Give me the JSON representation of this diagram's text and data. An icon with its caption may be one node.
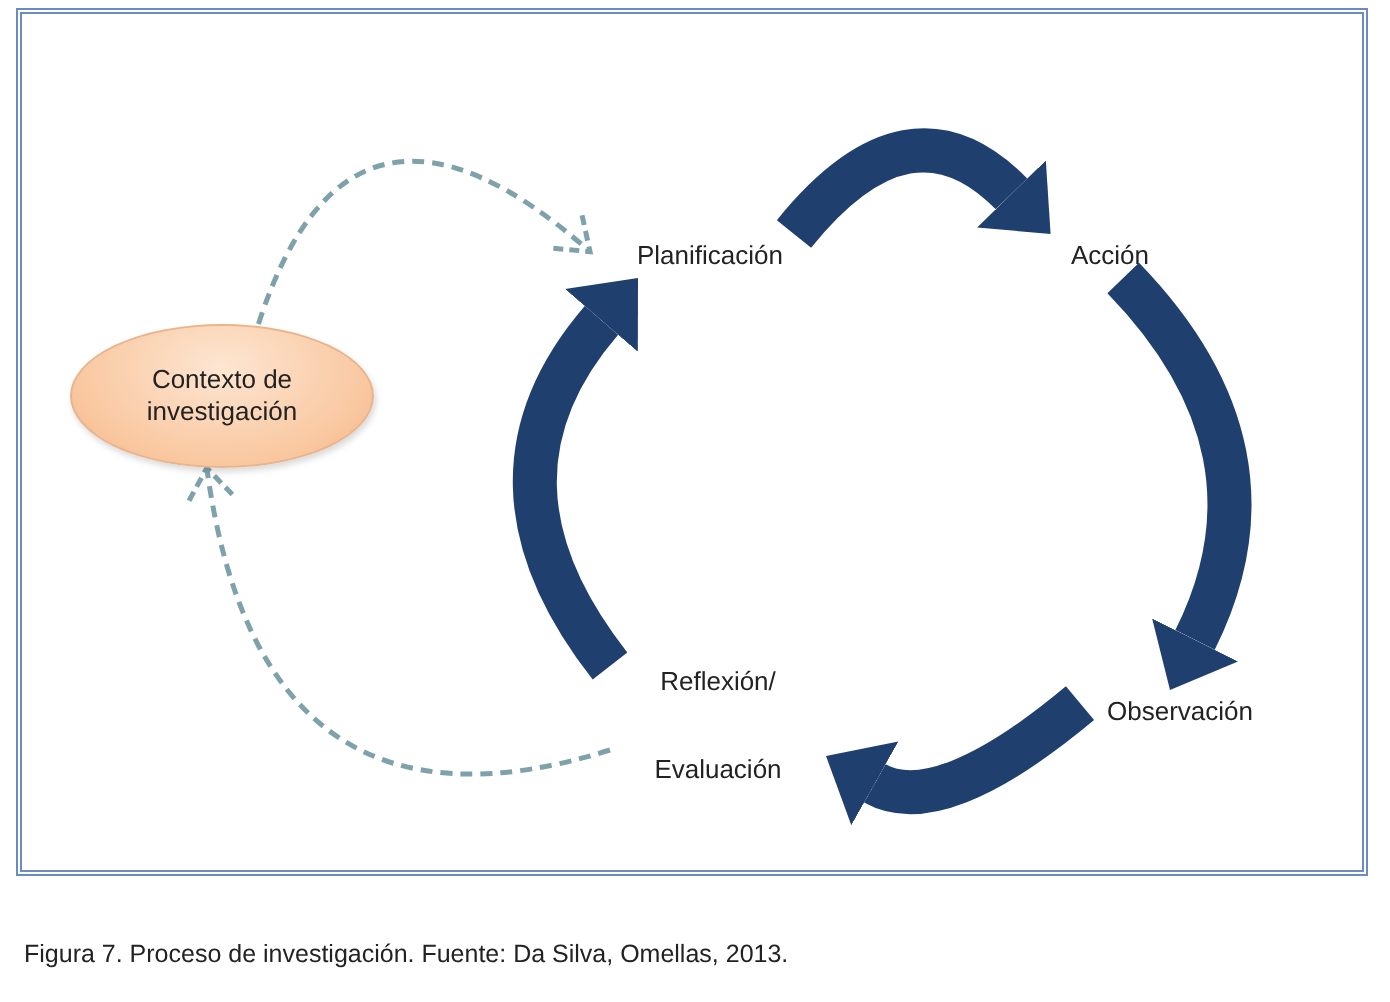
{
  "diagram": {
    "caption": "Figura 7. Proceso de investigación. Fuente: Da Silva, Omellas, 2013.",
    "nodes": [
      {
        "text": [
          "Contexto de investigación"
        ]
      },
      {
        "text": [
          "Planificación"
        ]
      },
      {
        "text": [
          "Acción"
        ]
      },
      {
        "text": [
          "Observación"
        ]
      },
      {
        "text": [
          "Reflexión/ Evaluación"
        ]
      }
    ],
    "edges": [
      {
        "from": 1,
        "to": 2,
        "arrow": "to"
      },
      {
        "from": 2,
        "to": 3,
        "arrow": "to"
      },
      {
        "from": 3,
        "to": 4,
        "arrow": "to"
      },
      {
        "from": 4,
        "to": 1,
        "arrow": "to"
      },
      {
        "from": 0,
        "to": 1,
        "arrow": "to",
        "style": "dashed",
        "color": "#7fa2aa"
      },
      {
        "from": 4,
        "to": 0,
        "arrow": "to",
        "style": "dashed",
        "color": "#7fa2aa"
      }
    ]
  }
}
